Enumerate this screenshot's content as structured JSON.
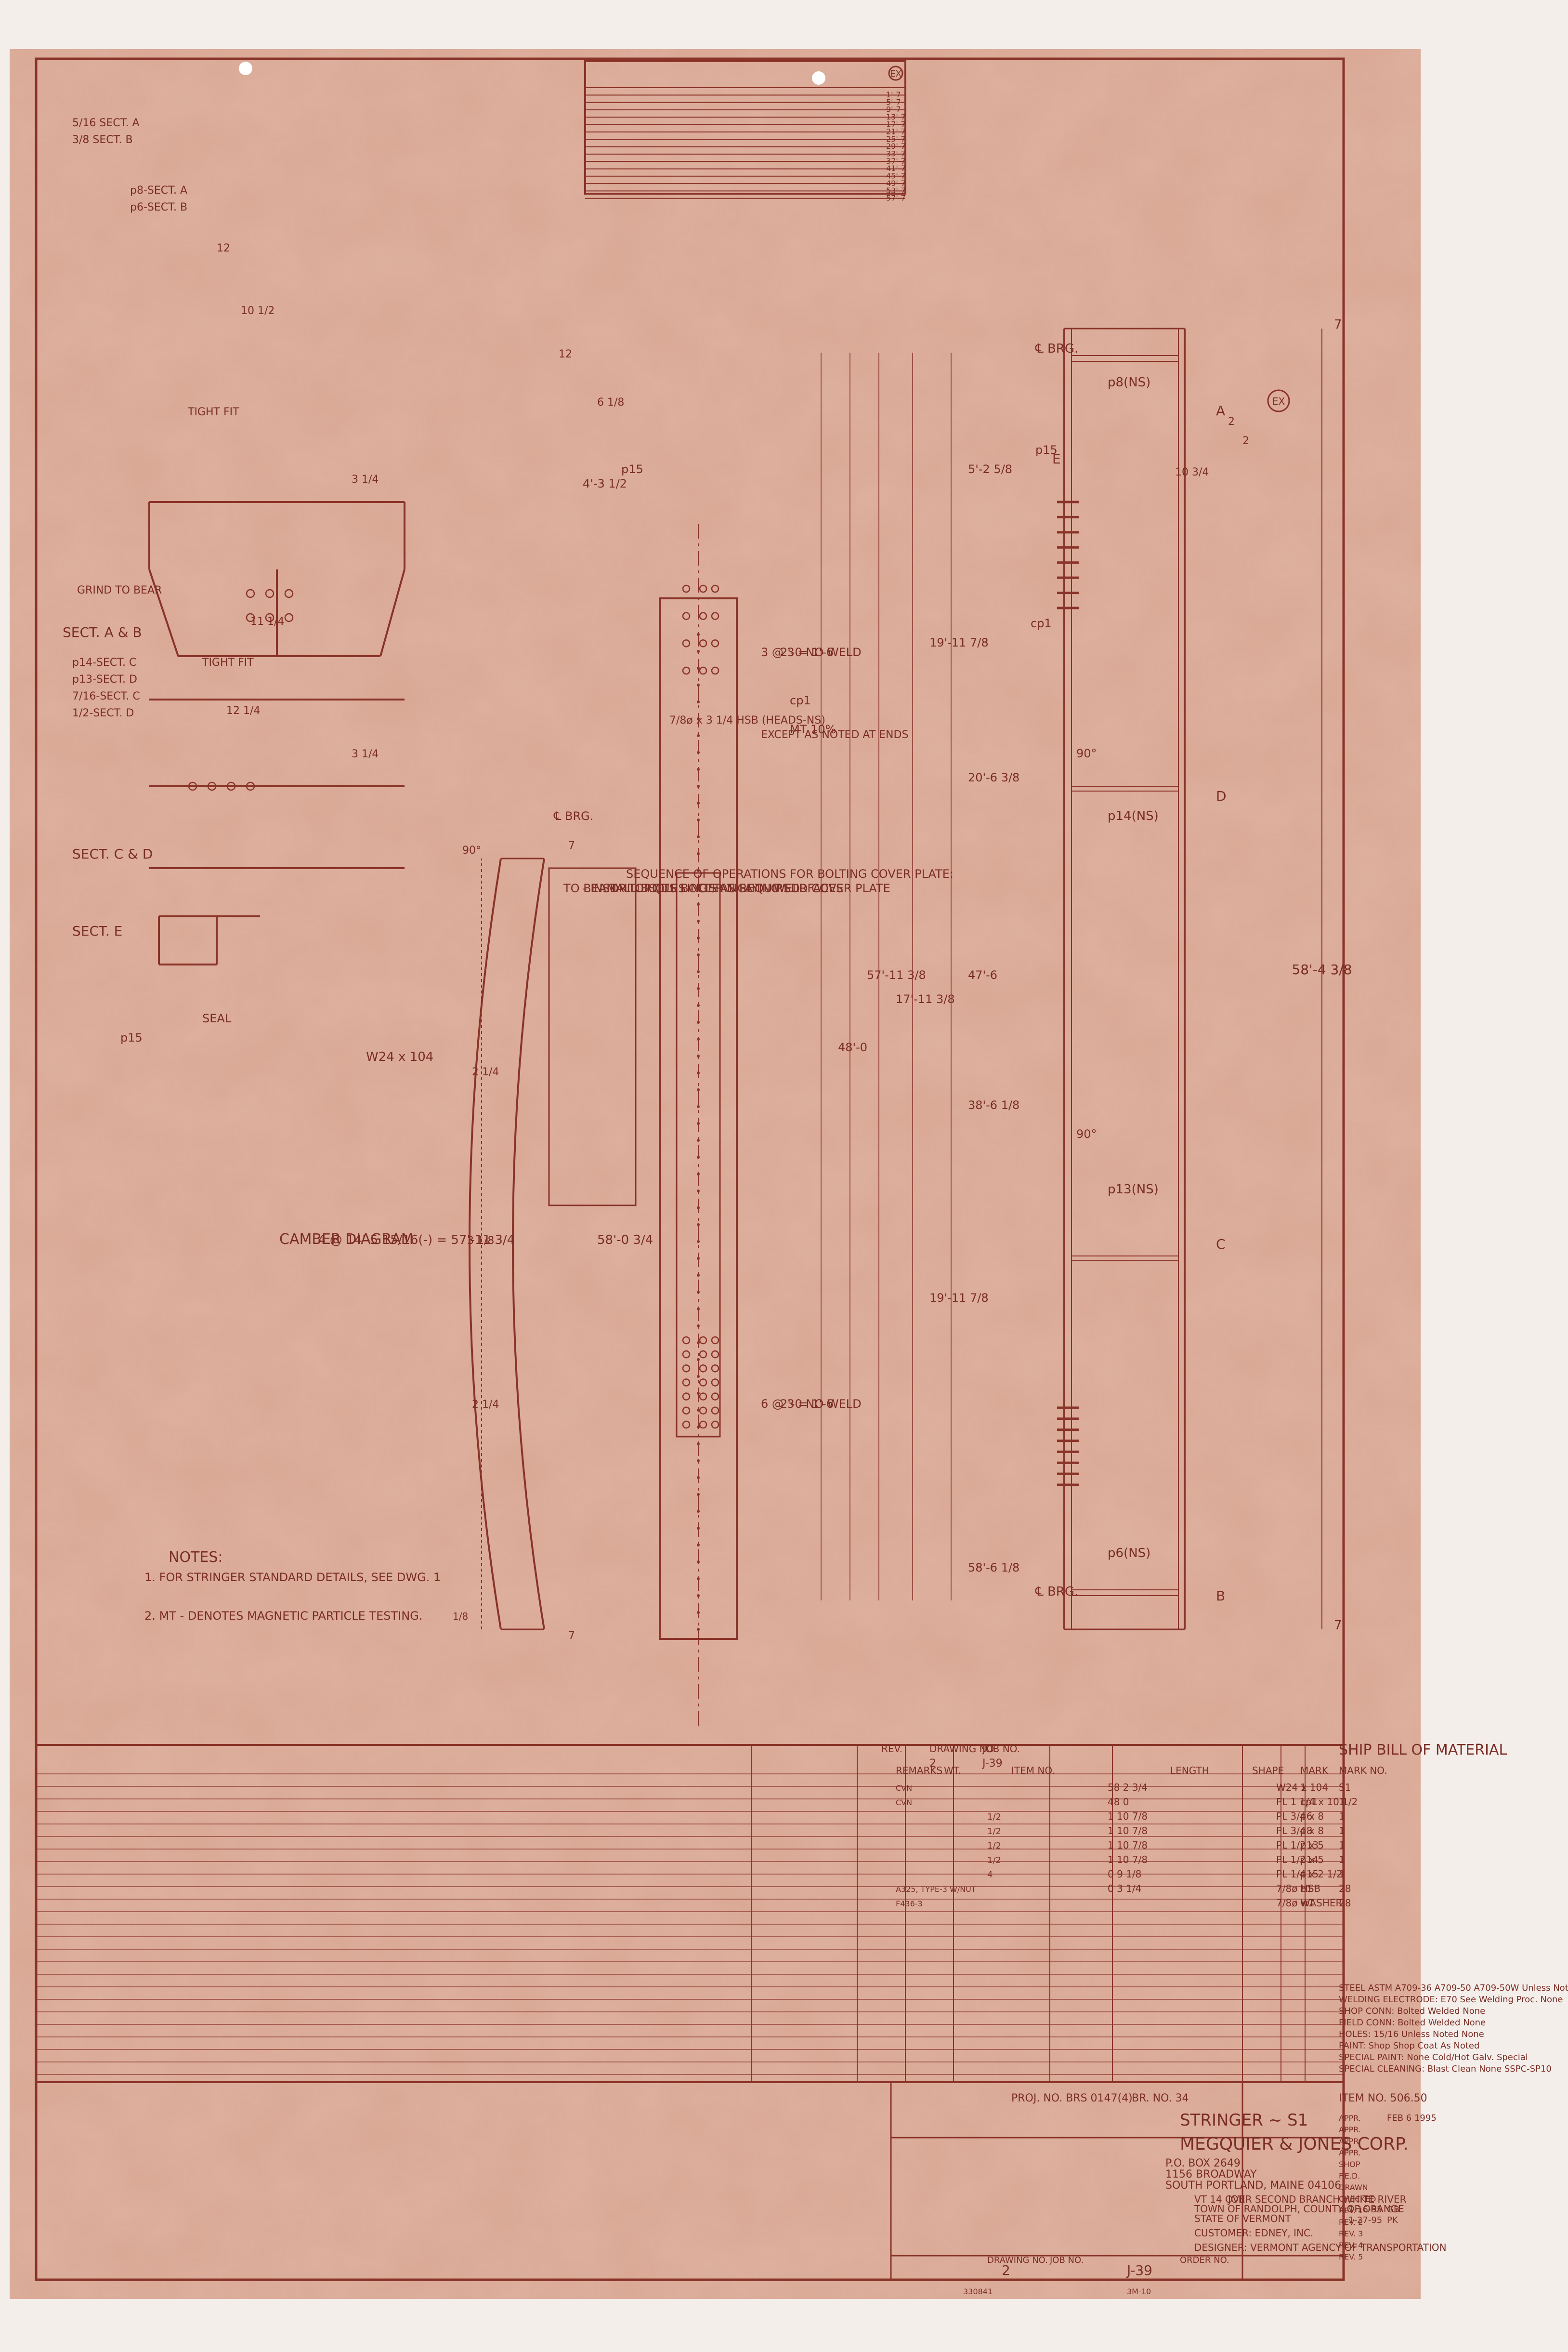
{
  "colors": {
    "paper": "#d9a894",
    "ink": "#8a3328",
    "margin": "#efe7e4"
  },
  "ex_table": {
    "header": "EX",
    "rows": [
      "1'-7",
      "5'-7",
      "9'-7",
      "13'-7",
      "17'-7",
      "21'-7",
      "25'-7",
      "29'-7",
      "33'-7",
      "37'-7",
      "41'-7",
      "45'-7",
      "49'-7",
      "53'-7",
      "57'-7"
    ]
  },
  "elevation": {
    "overall_length": "58'-4 3/8",
    "end_dim_left": "7",
    "end_dim_right": "7",
    "brg_left": "℄ BRG.",
    "brg_right": "℄ BRG.",
    "ex_tag": "EX",
    "dim_2a": "2",
    "dim_2b": "2",
    "dim_10": "10 3/4",
    "p8": "p8(NS)",
    "p15": "p15",
    "sec_a": "A",
    "sec_b": "B",
    "sec_c": "C",
    "sec_d": "D",
    "sec_e": "E",
    "p14": "p14(NS)",
    "p13": "p13(NS)",
    "p6": "p6(NS)",
    "cp1": "cp1",
    "angle_90a": "90°",
    "angle_90b": "90°",
    "d_5_2": "5'-2 5/8",
    "d_20_6": "20'-6 3/8",
    "d_47_6": "47'-6",
    "d_38_6": "38'-6 1/8",
    "d_58_6": "58'-6 1/8",
    "d_19_11a": "19'-11 7/8",
    "d_17_11": "17'-11 3/8",
    "d_19_11b": "19'-11 7/8",
    "d_57_11": "57'-11 3/8",
    "d_48_0": "48'-0"
  },
  "plan": {
    "no_weld_1": "2'-0 NO WELD",
    "bolt_spacing_1": "3 @ 3 = 1'-6",
    "no_weld_2": "2'-0 NO WELD",
    "bolt_spacing_2": "6 @ 3 = 1'-6",
    "cp1": "cp1",
    "mt": "MT 10%",
    "except": "EXCEPT AS NOTED AT ENDS",
    "hsb": "7/8ø x 3 1/4 HSB (HEADS-NS)",
    "p15": "p15",
    "d_4_3": "4'-3 1/2",
    "d_6": "6 1/8",
    "d_12": "12"
  },
  "sequence": {
    "title": "SEQUENCE OF OPERATIONS FOR BOLTING COVER PLATE:",
    "lines": [
      "- DRILL HOLES  - CLEAN FAYING SURFACES",
      "- INSTALL BOLTS FINGER TIGHT - WELD COVER PLATE",
      "  TO BEAM  - TORQUE BOLTS AS REQUIRED"
    ]
  },
  "sect_ab": {
    "title": "SECT. A & B",
    "labels": [
      "5/16 SECT. A",
      "3/8 SECT. B",
      "p8-SECT. A",
      "p6-SECT. B",
      "GRIND TO BEAR",
      "TIGHT FIT",
      "12",
      "10 1/2",
      "3 1/4"
    ]
  },
  "sect_cd": {
    "title": "SECT. C & D",
    "labels": [
      "p14-SECT. C",
      "p13-SECT. D",
      "7/16-SECT. C",
      "1/2-SECT. D",
      "TIGHT FIT",
      "11 1/4",
      "12 1/4",
      "3 1/4"
    ]
  },
  "sect_e": {
    "title": "SECT. E",
    "labels": [
      "SEAL",
      "p15"
    ]
  },
  "camber": {
    "title": "CAMBER DIAGRAM",
    "member": "W24 x 104",
    "overall": "58'-0 3/4",
    "spacing": "4 @ 14'-5 15/16(-) = 57'-11 3/4",
    "c1": "2 1/4",
    "c2": "3 1/8",
    "c3": "2 1/4",
    "end_l": "7",
    "end_r": "7",
    "brg": "℄ BRG.",
    "angle": "90°",
    "eighth": "1/8"
  },
  "notes": {
    "title": "NOTES:",
    "items": [
      "1. FOR STRINGER STANDARD DETAILS, SEE DWG. 1",
      "2. MT - DENOTES MAGNETIC PARTICLE TESTING."
    ]
  },
  "bom": {
    "title": "SHIP  BILL OF MATERIAL",
    "job_no_label": "JOB NO.",
    "job_no": "J-39",
    "drawing_no_label": "DRAWING NO.",
    "drawing_no": "2",
    "rev_label": "REV.",
    "headers": [
      "MARK NO.",
      "MARK",
      "SHAPE",
      "LENGTH",
      "ITEM NO.",
      "WT.",
      "REMARKS"
    ],
    "rows": [
      {
        "qty": "S1",
        "num": "1",
        "shape": "W24 x 104",
        "length": "58  2 3/4",
        "item": "",
        "remark": "CVN"
      },
      {
        "qty": "1",
        "num": "cp1",
        "shape": "PL 1 1/4 x 10 1/2",
        "length": "48  0",
        "item": "",
        "remark": "CVN"
      },
      {
        "qty": "1",
        "num": "p6",
        "shape": "PL 3/4 x 8",
        "length": "1  10 7/8",
        "item": "1/2",
        "remark": ""
      },
      {
        "qty": "1",
        "num": "p8",
        "shape": "PL 3/4 x 8",
        "length": "1  10 7/8",
        "item": "1/2",
        "remark": ""
      },
      {
        "qty": "1",
        "num": "p13",
        "shape": "PL 1/2 x 5",
        "length": "1  10 7/8",
        "item": "1/2",
        "remark": ""
      },
      {
        "qty": "1",
        "num": "p14",
        "shape": "PL 1/2 x 5",
        "length": "1  10 7/8",
        "item": "1/2",
        "remark": ""
      },
      {
        "qty": "1",
        "num": "p15",
        "shape": "PL 1/4 x 2 1/2",
        "length": "0  9 1/8",
        "item": "4",
        "remark": ""
      },
      {
        "qty": "28",
        "num": "b1",
        "shape": "7/8ø HSB",
        "length": "0  3 1/4",
        "item": "",
        "remark": "A325, TYPE-3 W/NUT"
      },
      {
        "qty": "28",
        "num": "w1",
        "shape": "7/8ø WASHER",
        "length": "",
        "item": "",
        "remark": "F436-3"
      }
    ]
  },
  "specs": {
    "rows": [
      "STEEL ASTM  A709-36   A709-50   A709-50W   Unless Noted",
      "WELDING ELECTRODE:  E70   See Welding Proc.   None",
      "SHOP CONN:  Bolted   Welded   None",
      "FIELD CONN:  Bolted   Welded   None",
      "HOLES:  15/16   Unless Noted   None",
      "PAINT:  Shop   Shop Coat   As Noted",
      "SPECIAL PAINT:  None   Cold/Hot Galv.   Special",
      "SPECIAL CLEANING:  Blast Clean   None   SSPC-SP10"
    ],
    "item_no": "ITEM NO. 506.50",
    "br_no": "BR. NO. 34",
    "proj_no": "PROJ. NO. BRS 0147(4)",
    "part_title": "STRINGER ~ S1"
  },
  "titleblock": {
    "company": "MEGQUIER & JONES CORP.",
    "address1": "P.O. BOX 2649",
    "address2": "1156 BROADWAY",
    "address3": "SOUTH PORTLAND, MAINE 04106",
    "job_label": "JOB:",
    "job": "VT 14 OVER SECOND BRANCH WHITE RIVER",
    "job2": "TOWN OF RANDOLPH, COUNTY OF ORANGE",
    "job3": "STATE OF VERMONT",
    "customer": "CUSTOMER: EDNEY, INC.",
    "designer": "DESIGNER: VERMONT AGENCY OF TRANSPORTATION",
    "order": "ORDER NO.",
    "job_no_label": "JOB NO.",
    "drawing_label": "DRAWING NO.",
    "job_no": "J-39",
    "drawing_no": "2",
    "appr_labels": [
      "APPR.",
      "APPR.",
      "APPR.",
      "APPR.",
      "SHOP",
      "F.E.D.",
      "DRAWN",
      "CHECKED",
      "REV. 1",
      "REV. 2",
      "REV. 3",
      "REV. 4",
      "REV. 5"
    ],
    "appr_date": "FEB 6 1995",
    "drawn_by": "GB",
    "drawn_date": "1-16-95",
    "checked_by": "PK",
    "checked_date": "1-27-95",
    "sheet_code": "3M-10",
    "corner": "330841"
  }
}
